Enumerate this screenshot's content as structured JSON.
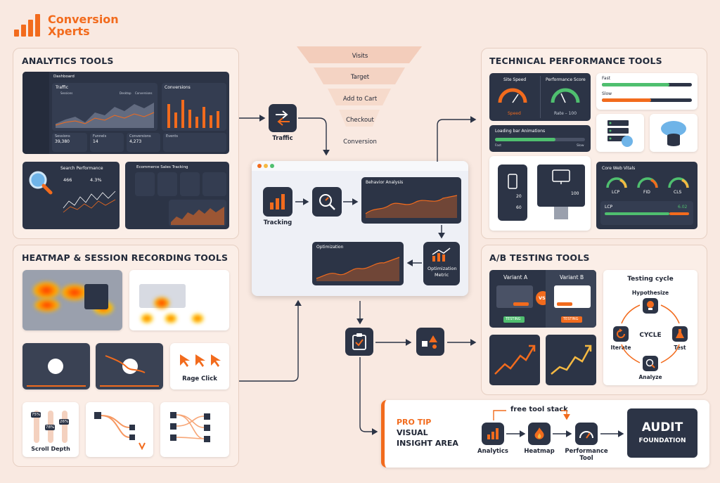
{
  "brand": {
    "line1": "Conversion",
    "line2": "Xperts",
    "accent": "#f26b1d"
  },
  "analytics": {
    "title": "ANALYTICS TOOLS",
    "dashboard_label": "Dashboard",
    "traffic_label": "Traffic",
    "traffic_legend": [
      "Sessions",
      "Desktop",
      "Conversions"
    ],
    "conversions_label": "Conversions",
    "stats": [
      {
        "label": "Sessions",
        "value": "39,380"
      },
      {
        "label": "Funnels",
        "value": "14"
      },
      {
        "label": "Conversions",
        "value": "4,273"
      },
      {
        "label": "Events",
        "value": ""
      }
    ],
    "search_label": "Search Performance",
    "search_values": [
      "466",
      "4.3%"
    ],
    "ecommerce_label": "Ecommerce Sales Tracking"
  },
  "funnel": {
    "stages": [
      "Visits",
      "Target",
      "Add to Cart",
      "Checkout",
      "Conversion"
    ]
  },
  "traffic_node": "Traffic",
  "center": {
    "tracking": "Tracking",
    "behavior": "Behavior Analysis",
    "optimization": "Optimization",
    "optimization_metric_1": "Optimization",
    "optimization_metric_2": "Metric"
  },
  "technical": {
    "title": "TECHNICAL PERFORMANCE TOOLS",
    "site_speed": "Site Speed",
    "speed": "Speed",
    "performance_score": "Performance Score",
    "rate": "Rate – 100",
    "fast": "Fast",
    "slow": "Slow",
    "loading_bar": "Loading bar Animations",
    "fast2": "Fast",
    "slow2": "Slow",
    "metric_20": "20",
    "metric_60": "60",
    "metric_100": "100",
    "cwv": "Core Web Vitals",
    "lcp": "LCP",
    "fid": "FID",
    "cls": "CLS",
    "lcp2": "LCP",
    "lcp_value": "6.02"
  },
  "heatmap": {
    "title": "HEATMAP & SESSION RECORDING TOOLS",
    "rage_click": "Rage Click",
    "scroll_depth": "Scroll Depth",
    "scroll_values": [
      "75%",
      "78%",
      "26%"
    ]
  },
  "ab": {
    "title": "A/B TESTING TOOLS",
    "variant_a": "Variant A",
    "variant_b": "Variant B",
    "vs": "VS",
    "testing_a": "TESTING",
    "testing_b": "TESTING",
    "cycle_title": "Testing cycle",
    "cycle": "CYCLE",
    "hypothesize": "Hypothesize",
    "test": "Test",
    "analyze": "Analyze",
    "iterate": "Iterate"
  },
  "protip": {
    "pro_tip": "PRO TIP",
    "visual": "VISUAL",
    "insight": "INSIGHT AREA",
    "free_stack": "free tool stack",
    "analytics": "Analytics",
    "heatmap": "Heatmap",
    "performance": "Performance",
    "tool": "Tool",
    "audit": "AUDIT",
    "foundation": "FOUNDATION"
  }
}
